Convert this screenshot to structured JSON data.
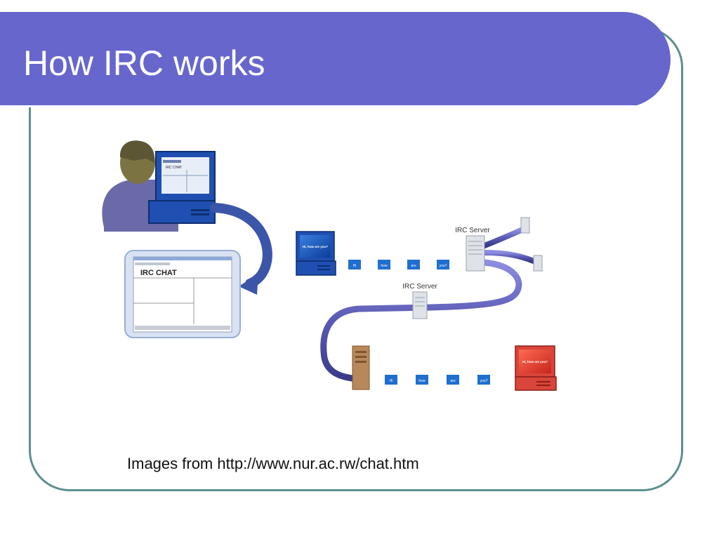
{
  "slide": {
    "title": "How IRC works",
    "caption": "Images from http://www.nur.ac.rw/chat.htm"
  },
  "diagram": {
    "irc_chat_window_title": "IRC CHAT",
    "server_label_1": "IRC Server",
    "server_label_2": "IRC Server",
    "screen_message_blue": "Hi, how are you?",
    "screen_message_red": "Hi, how are you?",
    "top_packets": [
      "Hi",
      "how",
      "are",
      "you?"
    ],
    "bottom_packets": [
      "Hi",
      "how",
      "are",
      "you?"
    ]
  },
  "colors": {
    "title_bar": "#6666cc",
    "frame_border": "#5b8f8f",
    "arrow": "#3b55a8",
    "pipe": "#5a5ab4",
    "packet": "#1f6fcf",
    "monitor_blue": "#1f4fb0",
    "monitor_red": "#d9453a",
    "desktop_tan": "#b8875a"
  }
}
